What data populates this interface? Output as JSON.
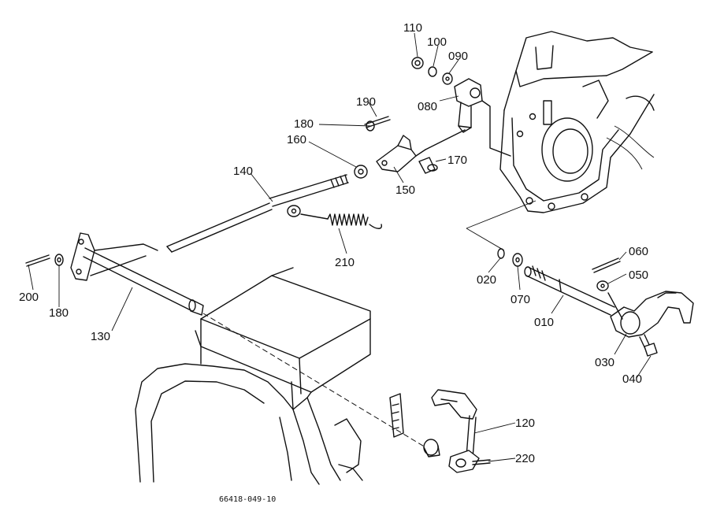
{
  "labels": {
    "p010": "010",
    "p020": "020",
    "p030": "030",
    "p040": "040",
    "p050": "050",
    "p060": "060",
    "p070": "070",
    "p080": "080",
    "p090": "090",
    "p100": "100",
    "p110": "110",
    "p120": "120",
    "p130": "130",
    "p140": "140",
    "p150": "150",
    "p160": "160",
    "p170": "170",
    "p180a": "180",
    "p180b": "180",
    "p190": "190",
    "p200": "200",
    "p210": "210",
    "p220": "220"
  },
  "figure_code": "66418-049-10"
}
